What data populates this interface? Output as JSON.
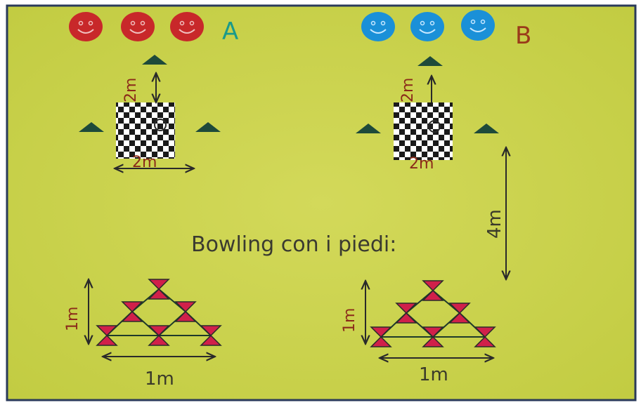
{
  "teams": [
    {
      "label": "A",
      "label_color": "#1a9a8a",
      "player_color": "#c8282a"
    },
    {
      "label": "B",
      "label_color": "#9a3a1a",
      "player_color": "#1a90d8"
    }
  ],
  "labels": {
    "two_m": "2m",
    "four_m": "4m",
    "one_m": "1m",
    "title": "Bowling con i piedi:"
  },
  "colors": {
    "field": "#c9d24a",
    "border": "#2a3a5a",
    "cone": "#1e4a3a",
    "pin": "#d0204a",
    "arrow": "#2a2a2a"
  },
  "icons": {
    "player": "smiley-face-icon",
    "cone": "cone-icon",
    "ball": "ball-icon",
    "pin": "bowling-pin-icon"
  }
}
